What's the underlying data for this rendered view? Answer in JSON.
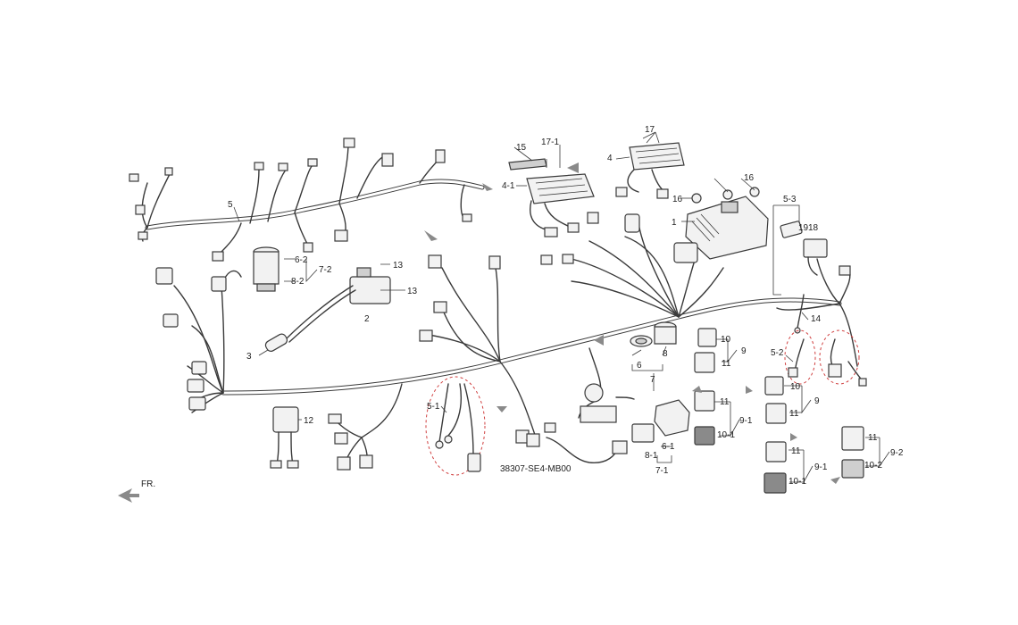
{
  "diagram": {
    "part_code": "38307-SE4-MB00",
    "front_marker": "FR.",
    "callouts": [
      "1",
      "2",
      "3",
      "4",
      "4-1",
      "5",
      "5-1",
      "5-2",
      "5-3",
      "6",
      "6-1",
      "6-2",
      "7",
      "7-1",
      "7-2",
      "8",
      "8-1",
      "8-2",
      "9",
      "9-1",
      "9-2",
      "10",
      "10-1",
      "10-2",
      "11",
      "12",
      "13",
      "14",
      "15",
      "16",
      "17",
      "17-1",
      "18",
      "19"
    ]
  },
  "colors": {
    "line": "#3a3a3a",
    "highlight_circle": "#d04040",
    "direction_arrow": "#8a8a8a"
  }
}
